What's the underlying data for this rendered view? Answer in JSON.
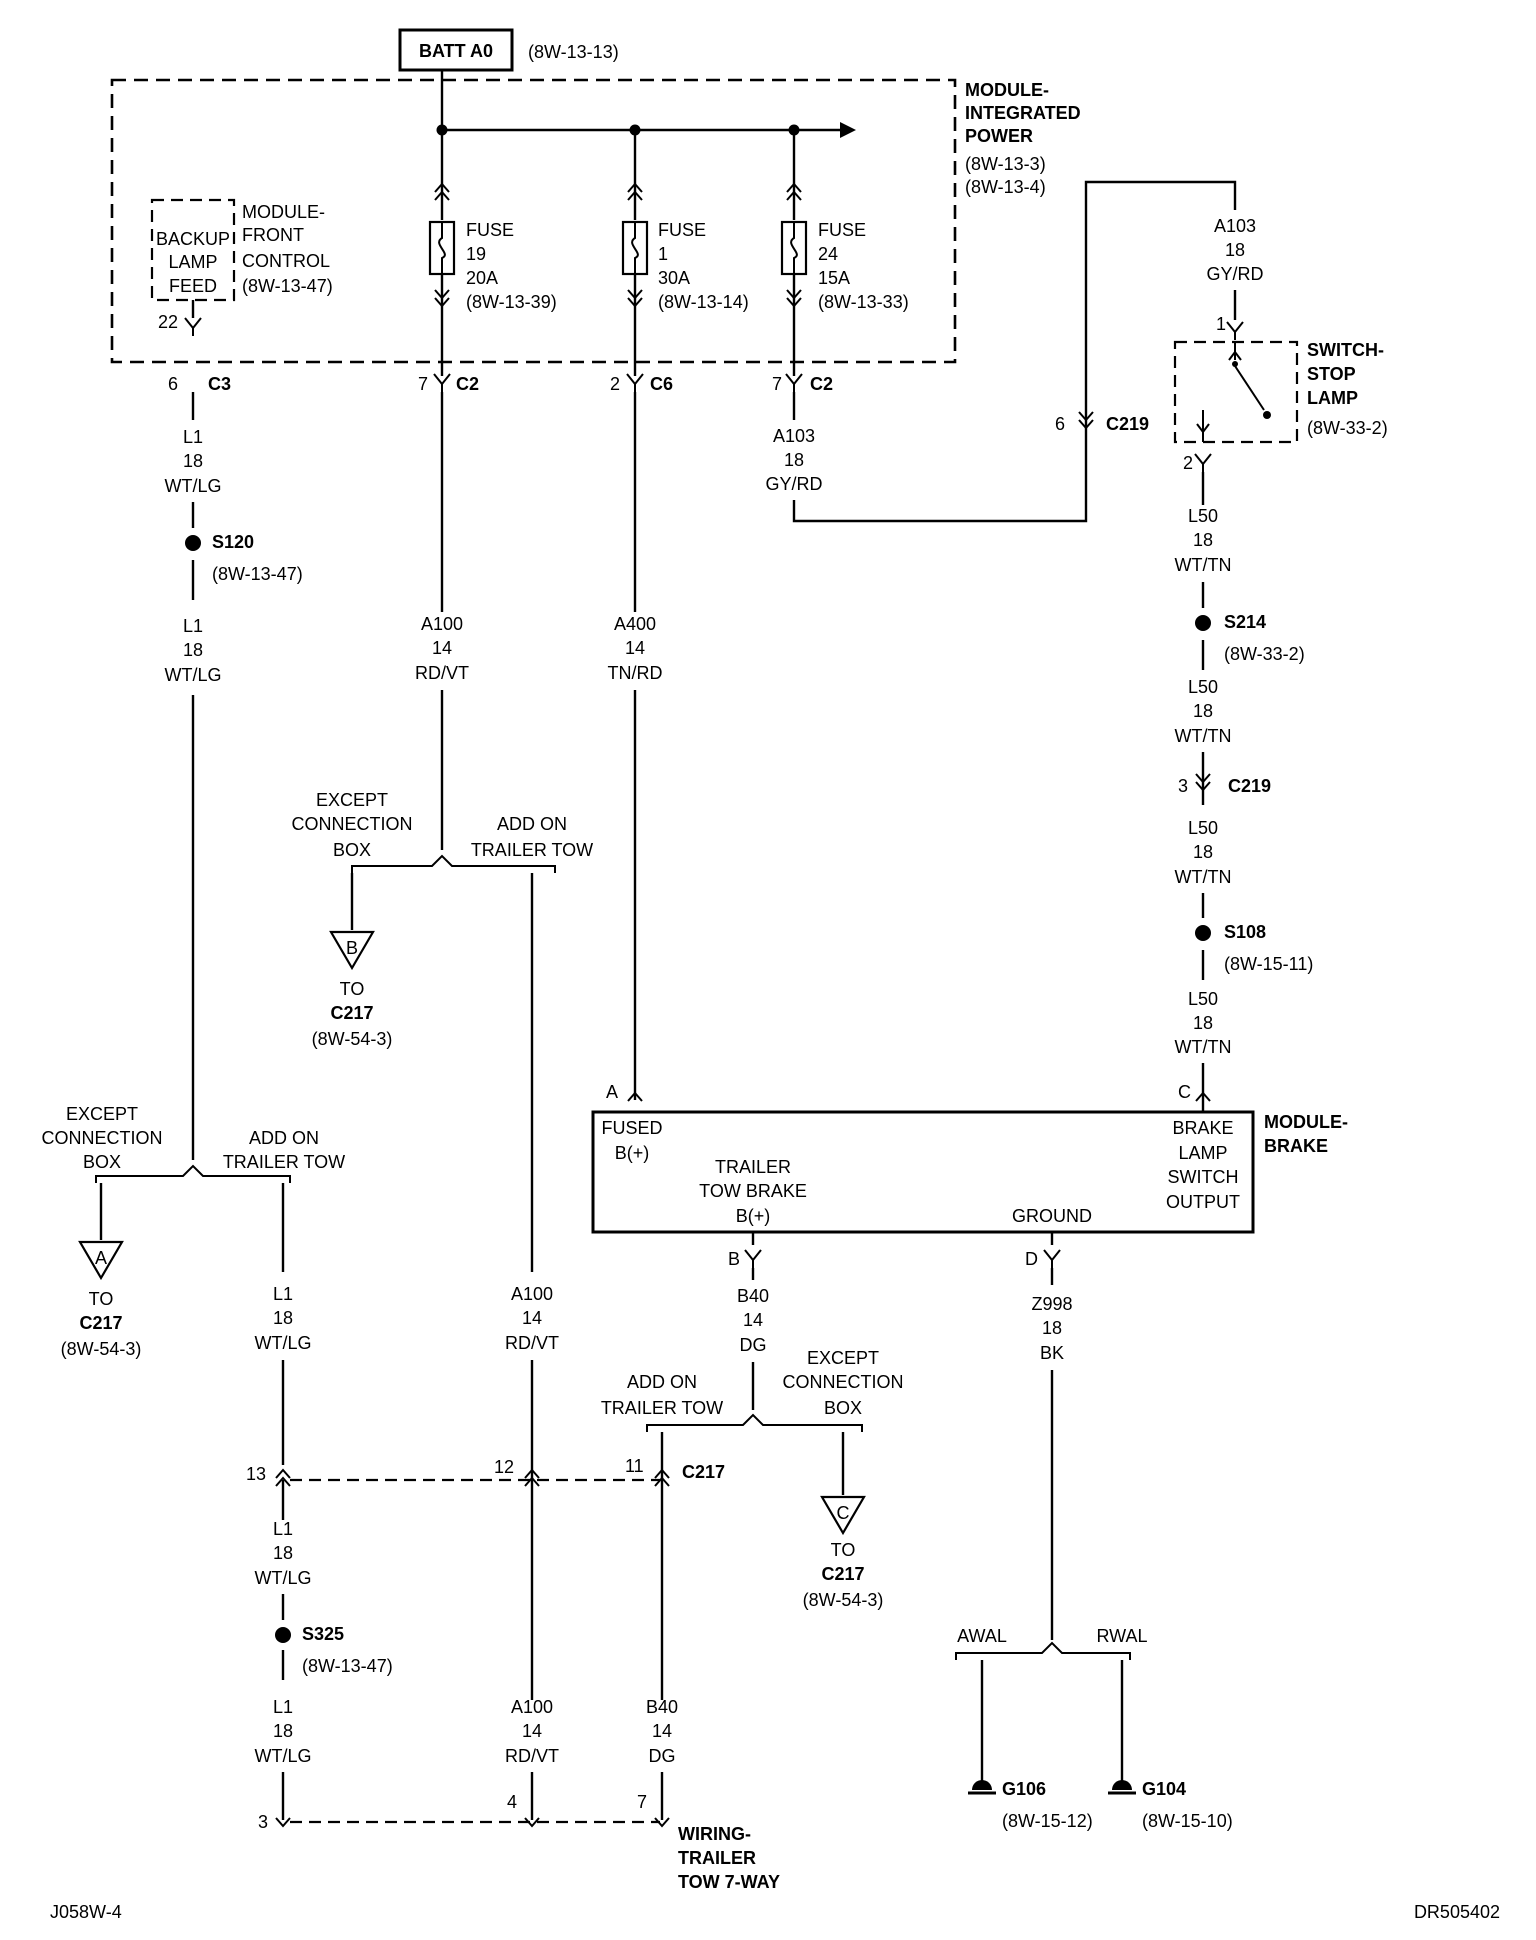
{
  "batt": {
    "label": "BATT A0",
    "ref": "(8W-13-13)"
  },
  "mip": {
    "l1": "MODULE-",
    "l2": "INTEGRATED",
    "l3": "POWER",
    "r1": "(8W-13-3)",
    "r2": "(8W-13-4)"
  },
  "backup": {
    "l1": "BACKUP",
    "l2": "LAMP",
    "l3": "FEED",
    "pin": "22"
  },
  "mfc": {
    "l1": "MODULE-",
    "l2": "FRONT",
    "l3": "CONTROL",
    "ref": "(8W-13-47)"
  },
  "fuses": [
    {
      "l1": "FUSE",
      "num": "19",
      "amp": "20A",
      "ref": "(8W-13-39)"
    },
    {
      "l1": "FUSE",
      "num": "1",
      "amp": "30A",
      "ref": "(8W-13-14)"
    },
    {
      "l1": "FUSE",
      "num": "24",
      "amp": "15A",
      "ref": "(8W-13-33)"
    }
  ],
  "conns": {
    "c3": {
      "pin": "6",
      "name": "C3"
    },
    "c2a": {
      "pin": "7",
      "name": "C2"
    },
    "c6": {
      "pin": "2",
      "name": "C6"
    },
    "c2b": {
      "pin": "7",
      "name": "C2"
    },
    "c219a": {
      "pin": "6",
      "name": "C219"
    },
    "c219b": {
      "pin": "3",
      "name": "C219"
    }
  },
  "wires": {
    "l1a": [
      "L1",
      "18",
      "WT/LG"
    ],
    "l1b": [
      "L1",
      "18",
      "WT/LG"
    ],
    "l1c": [
      "L1",
      "18",
      "WT/LG"
    ],
    "l1d": [
      "L1",
      "18",
      "WT/LG"
    ],
    "l1e": [
      "L1",
      "18",
      "WT/LG"
    ],
    "a100a": [
      "A100",
      "14",
      "RD/VT"
    ],
    "a100b": [
      "A100",
      "14",
      "RD/VT"
    ],
    "a100c": [
      "A100",
      "14",
      "RD/VT"
    ],
    "a400": [
      "A400",
      "14",
      "TN/RD"
    ],
    "a103a": [
      "A103",
      "18",
      "GY/RD"
    ],
    "a103b": [
      "A103",
      "18",
      "GY/RD"
    ],
    "l50a": [
      "L50",
      "18",
      "WT/TN"
    ],
    "l50b": [
      "L50",
      "18",
      "WT/TN"
    ],
    "l50c": [
      "L50",
      "18",
      "WT/TN"
    ],
    "l50d": [
      "L50",
      "18",
      "WT/TN"
    ],
    "b40a": [
      "B40",
      "14",
      "DG"
    ],
    "b40b": [
      "B40",
      "14",
      "DG"
    ],
    "z998": [
      "Z998",
      "18",
      "BK"
    ]
  },
  "splices": {
    "s120": {
      "name": "S120",
      "ref": "(8W-13-47)"
    },
    "s214": {
      "name": "S214",
      "ref": "(8W-33-2)"
    },
    "s108": {
      "name": "S108",
      "ref": "(8W-15-11)"
    },
    "s325": {
      "name": "S325",
      "ref": "(8W-13-47)"
    }
  },
  "switch": {
    "l1": "SWITCH-",
    "l2": "STOP",
    "l3": "LAMP",
    "ref": "(8W-33-2)",
    "pin1": "1",
    "pin2": "2"
  },
  "branch": {
    "ex1": "EXCEPT",
    "ex2": "CONNECTION",
    "ex3": "BOX",
    "add1": "ADD ON",
    "add2": "TRAILER TOW"
  },
  "offpage": [
    {
      "letter": "B",
      "to": "TO",
      "conn": "C217",
      "ref": "(8W-54-3)"
    },
    {
      "letter": "A",
      "to": "TO",
      "conn": "C217",
      "ref": "(8W-54-3)"
    },
    {
      "letter": "C",
      "to": "TO",
      "conn": "C217",
      "ref": "(8W-54-3)"
    }
  ],
  "brake": {
    "title1": "MODULE-",
    "title2": "BRAKE",
    "fused1": "FUSED",
    "fused2": "B(+)",
    "trailer1": "TRAILER",
    "trailer2": "TOW BRAKE",
    "trailer3": "B(+)",
    "ground": "GROUND",
    "out1": "BRAKE",
    "out2": "LAMP",
    "out3": "SWITCH",
    "out4": "OUTPUT",
    "pinA": "A",
    "pinB": "B",
    "pinC": "C",
    "pinD": "D"
  },
  "c217": {
    "name": "C217",
    "p13": "13",
    "p12": "12",
    "p11": "11"
  },
  "trailerconn": {
    "l1": "WIRING-",
    "l2": "TRAILER",
    "l3": "TOW 7-WAY",
    "p3": "3",
    "p4": "4",
    "p7": "7"
  },
  "gnd": {
    "awal": "AWAL",
    "rwal": "RWAL",
    "g106": "G106",
    "g106ref": "(8W-15-12)",
    "g104": "G104",
    "g104ref": "(8W-15-10)"
  },
  "footer": {
    "left": "J058W-4",
    "right": "DR505402"
  }
}
